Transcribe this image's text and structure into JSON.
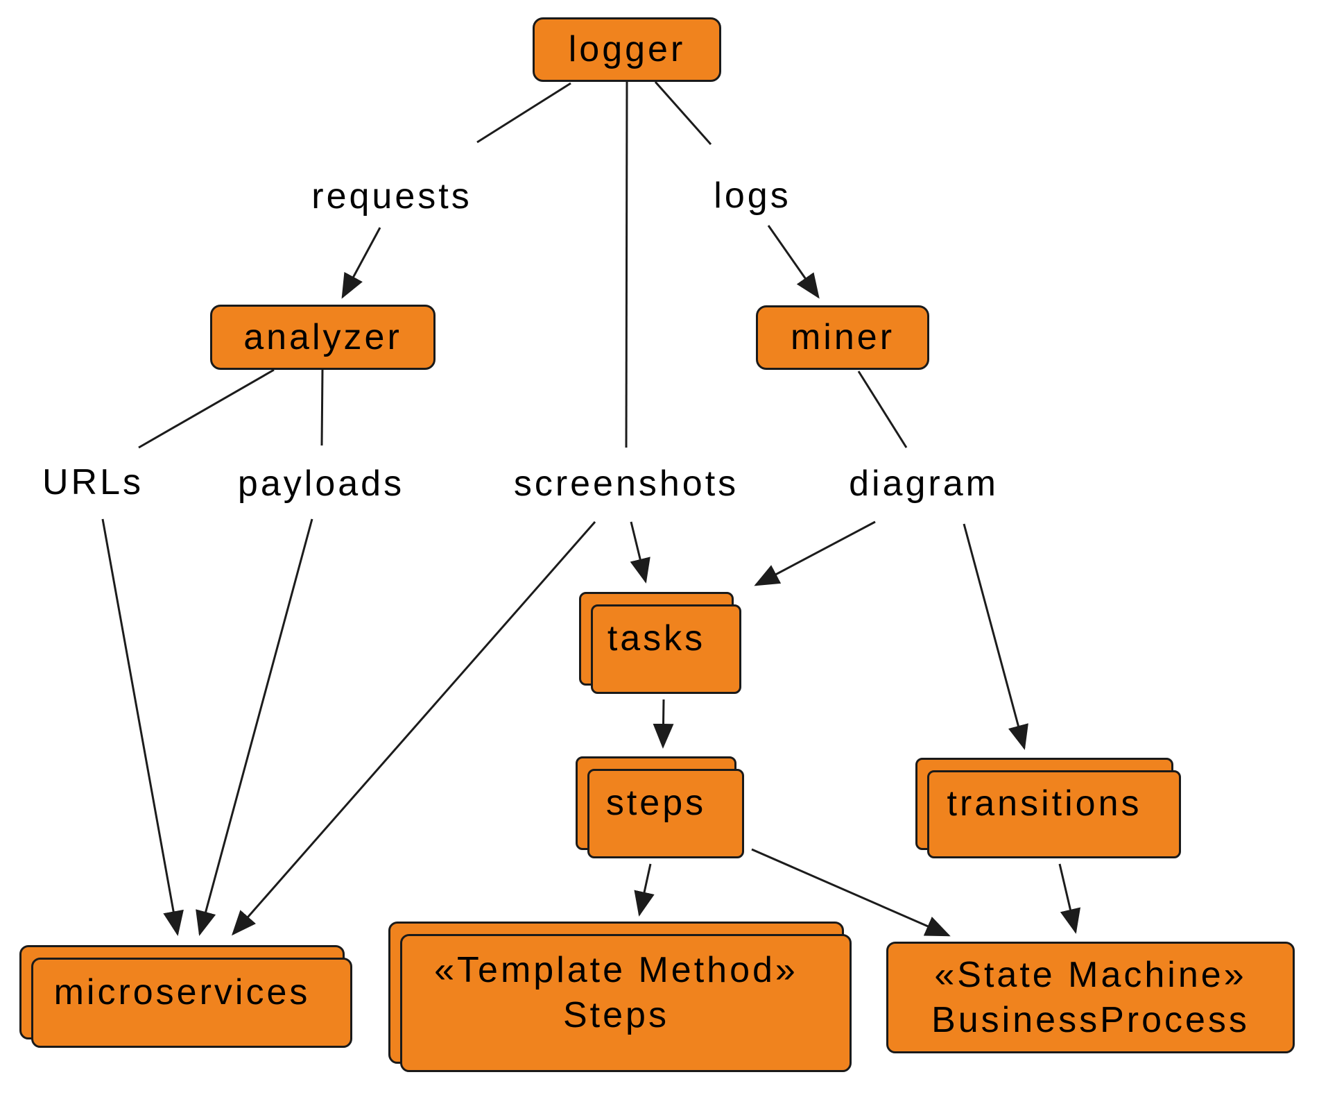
{
  "diagram": {
    "background": "#FFFFFF",
    "node_fill": "#F0831E",
    "node_border": "#1A1A1A",
    "edge_color": "#1C1C1C",
    "text_color": "#000000",
    "nodes": {
      "logger": {
        "label": "logger",
        "shape": "rounded"
      },
      "analyzer": {
        "label": "analyzer",
        "shape": "rounded"
      },
      "miner": {
        "label": "miner",
        "shape": "rounded"
      },
      "tasks": {
        "label": "tasks",
        "shape": "stacked"
      },
      "steps": {
        "label": "steps",
        "shape": "stacked"
      },
      "transitions": {
        "label": "transitions",
        "shape": "stacked"
      },
      "microservices": {
        "label": "microservices",
        "shape": "stacked"
      },
      "template_steps": {
        "line1": "«Template Method»",
        "line2": "Steps",
        "shape": "stacked"
      },
      "business_process": {
        "line1": "«State Machine»",
        "line2": "BusinessProcess",
        "shape": "rounded"
      }
    },
    "edge_labels": {
      "requests": "requests",
      "logs": "logs",
      "urls": "URLs",
      "payloads": "payloads",
      "screenshots": "screenshots",
      "diagram": "diagram"
    },
    "edges": [
      {
        "from": "logger",
        "to": "requests",
        "arrow": false
      },
      {
        "from": "logger",
        "to": "screenshots",
        "arrow": false
      },
      {
        "from": "logger",
        "to": "logs",
        "arrow": false
      },
      {
        "from": "requests",
        "to": "analyzer",
        "arrow": true
      },
      {
        "from": "logs",
        "to": "miner",
        "arrow": true
      },
      {
        "from": "analyzer",
        "to": "URLs",
        "arrow": false
      },
      {
        "from": "analyzer",
        "to": "payloads",
        "arrow": false
      },
      {
        "from": "miner",
        "to": "diagram",
        "arrow": false
      },
      {
        "from": "URLs",
        "to": "microservices",
        "arrow": true
      },
      {
        "from": "payloads",
        "to": "microservices",
        "arrow": true
      },
      {
        "from": "screenshots",
        "to": "microservices",
        "arrow": true
      },
      {
        "from": "screenshots",
        "to": "tasks",
        "arrow": true
      },
      {
        "from": "diagram",
        "to": "tasks",
        "arrow": true
      },
      {
        "from": "diagram",
        "to": "transitions",
        "arrow": true
      },
      {
        "from": "tasks",
        "to": "steps",
        "arrow": true
      },
      {
        "from": "steps",
        "to": "template_steps",
        "arrow": true
      },
      {
        "from": "steps",
        "to": "business_process",
        "arrow": true
      },
      {
        "from": "transitions",
        "to": "business_process",
        "arrow": true
      }
    ]
  }
}
